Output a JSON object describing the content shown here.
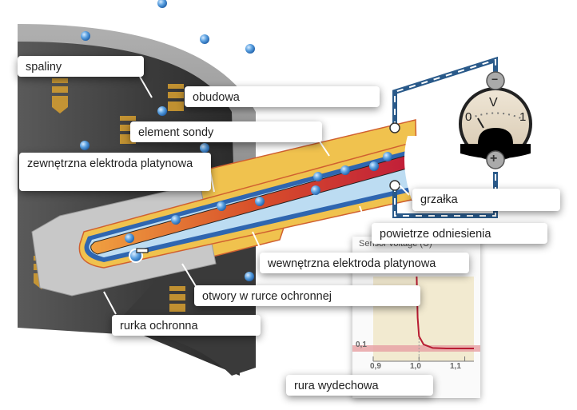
{
  "diagram": {
    "title": "Lambda sensor cross-section",
    "labels": {
      "spaliny": "spaliny",
      "obudowa": "obudowa",
      "element_sondy": "element sondy",
      "zewnetrzna_elektroda": "zewnętrzna elektroda platynowa",
      "grzalka": "grzałka",
      "powietrze_odniesienia": "powietrze odniesienia",
      "wewnetrzna_elektroda": "wewnętrzna elektroda platynowa",
      "otwory": "otwory w rurce ochronnej",
      "rurka_ochronna": "rurka ochronna",
      "rura_wydechowa": "rura wydechowa"
    },
    "voltmeter": {
      "unit": "V",
      "scale_min": "0",
      "scale_max": "1",
      "minus_terminal": "−",
      "plus_terminal": "+"
    },
    "electron_marker": "−",
    "colors": {
      "housing": "#f0c24e",
      "ceramic_blue": "#2f66b0",
      "heater_red": "#c0203a",
      "gas_gray": "#3a3a3a",
      "chart_bg": "#f2ead0",
      "chart_band": "#e8a3a6",
      "chart_curve": "#b81c32"
    }
  },
  "chart_data": {
    "type": "line",
    "title": "Sensor voltage (U)",
    "xlabel": "",
    "ylabel": "Sensor voltage (U)",
    "x_ticks": [
      "0,9",
      "1,0",
      "1,1"
    ],
    "y_ticks": [
      "0,1"
    ],
    "xlim": [
      0.9,
      1.12
    ],
    "series": [
      {
        "name": "sensor voltage",
        "x": [
          0.995,
          0.997,
          1.0,
          1.01,
          1.03,
          1.06,
          1.12
        ],
        "y": [
          0.8,
          0.4,
          0.22,
          0.14,
          0.105,
          0.1,
          0.1
        ]
      }
    ],
    "annotations": [
      "dashed vertical line at 1,0",
      "horizontal band at 0,1"
    ]
  }
}
